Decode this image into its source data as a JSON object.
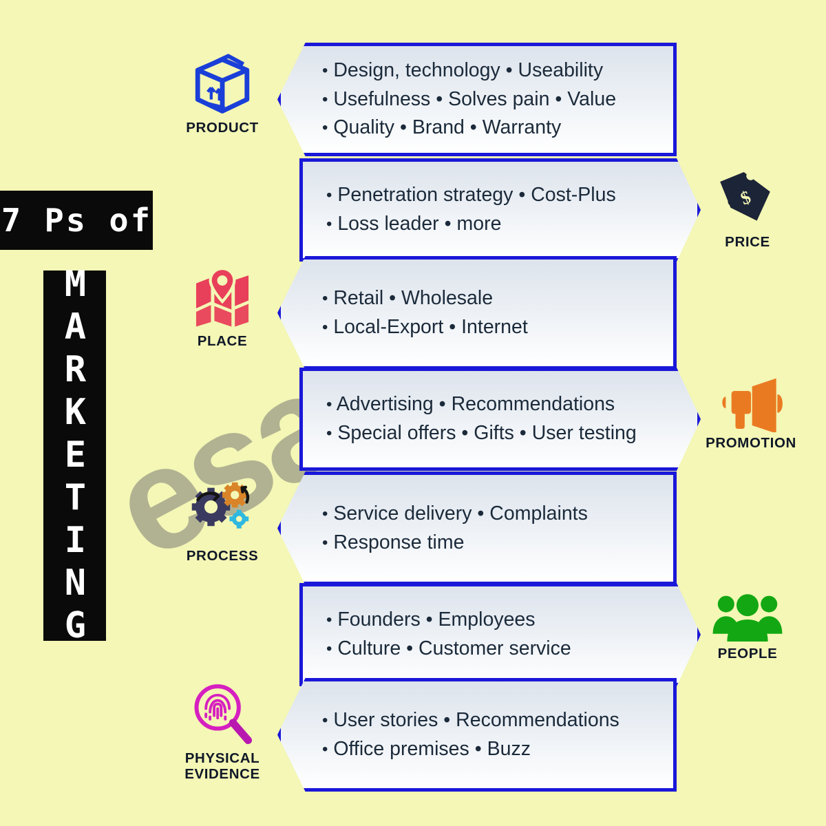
{
  "title": {
    "top": "7 Ps of",
    "vertical": "MARKETING"
  },
  "colors": {
    "background": "#f4f7b5",
    "box_border": "#1a18d8",
    "text": "#1b2a3a",
    "title_bg": "#0a0a0a",
    "title_fg": "#ffffff",
    "product_icon": "#1a3fd8",
    "price_icon": "#1c2438",
    "place_icon": "#e8405a",
    "promotion_icon": "#ea7a22",
    "process_icon": "#3a3a60",
    "people_icon": "#13a813",
    "physical_icon": "#d61fc0"
  },
  "watermark": {
    "text": "esarci",
    "check_color": "#ec8ca0",
    "arrow_color": "#82aad2"
  },
  "rows": [
    {
      "key": "product",
      "caption": "PRODUCT",
      "icon": "box-icon",
      "direction": "left",
      "lines": [
        "Design, technology • Useability",
        "Usefulness • Solves pain • Value",
        "Quality • Brand • Warranty"
      ]
    },
    {
      "key": "price",
      "caption": "PRICE",
      "icon": "price-tag-icon",
      "direction": "right",
      "lines": [
        "Penetration strategy • Cost-Plus",
        "Loss leader • more"
      ]
    },
    {
      "key": "place",
      "caption": "PLACE",
      "icon": "map-pin-icon",
      "direction": "left",
      "lines": [
        "Retail • Wholesale",
        "Local-Export • Internet"
      ]
    },
    {
      "key": "promotion",
      "caption": "PROMOTION",
      "icon": "megaphone-icon",
      "direction": "right",
      "lines": [
        "Advertising • Recommendations",
        "Special offers • Gifts • User testing"
      ]
    },
    {
      "key": "process",
      "caption": "PROCESS",
      "icon": "gears-icon",
      "direction": "left",
      "lines": [
        "Service delivery • Complaints",
        "Response time"
      ]
    },
    {
      "key": "people",
      "caption": "PEOPLE",
      "icon": "people-group-icon",
      "direction": "right",
      "lines": [
        "Founders • Employees",
        "Culture • Customer service"
      ]
    },
    {
      "key": "physical_evidence",
      "caption": "PHYSICAL\nEVIDENCE",
      "icon": "fingerprint-magnifier-icon",
      "direction": "left",
      "lines": [
        "User stories • Recommendations",
        "Office premises • Buzz"
      ]
    }
  ]
}
